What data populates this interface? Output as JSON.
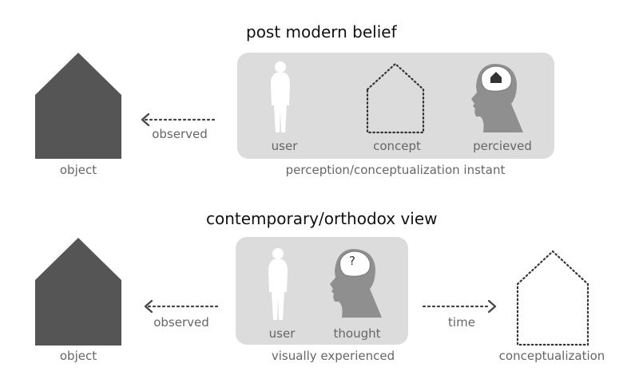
{
  "colors": {
    "house": "#555555",
    "panel": "#dcdcdc",
    "head": "#8f8f8f",
    "figure": "#ffffff",
    "dots": "#444444",
    "label": "#666666"
  },
  "section1": {
    "title": "post modern belief",
    "object_label": "object",
    "observed_label": "observed",
    "items": [
      {
        "label": "user",
        "icon": "person-icon"
      },
      {
        "label": "concept",
        "icon": "dotted-house-icon"
      },
      {
        "label": "percieved",
        "icon": "head-with-house-icon"
      }
    ],
    "caption": "perception/conceptualization instant"
  },
  "section2": {
    "title": "contemporary/orthodox view",
    "object_label": "object",
    "observed_label": "observed",
    "items": [
      {
        "label": "user",
        "icon": "person-icon"
      },
      {
        "label": "thought",
        "icon": "head-with-question-icon"
      }
    ],
    "caption": "visually experienced",
    "time_label": "time",
    "result_label": "conceptualization",
    "question_mark": "?"
  }
}
